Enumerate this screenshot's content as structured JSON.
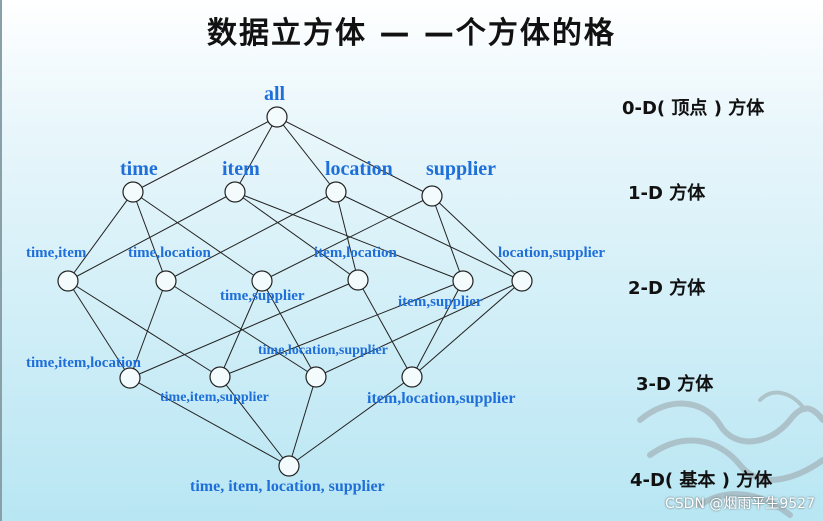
{
  "title": "数据立方体 — —个方体的格",
  "levels": [
    {
      "label": "0-D( 顶点 ) 方体"
    },
    {
      "label": "1-D 方体"
    },
    {
      "label": "2-D  方体"
    },
    {
      "label": "3-D  方体"
    },
    {
      "label": "4-D( 基本 )  方体"
    }
  ],
  "nodes": {
    "all": "all",
    "time": "time",
    "item": "item",
    "location": "location",
    "supplier": "supplier",
    "time_item": "time,item",
    "time_location": "time,location",
    "time_supplier": "time,supplier",
    "item_location": "item,location",
    "item_supplier": "item,supplier",
    "location_supplier": "location,supplier",
    "time_item_location": "time,item,location",
    "time_item_supplier": "time,item,supplier",
    "time_location_supplier": "time,location,supplier",
    "item_location_supplier": "item,location,supplier",
    "base": "time, item, location, supplier"
  },
  "watermark": "CSDN @烟雨平生9527",
  "colors": {
    "label_blue": "#1e6fd9",
    "line": "#222222"
  }
}
